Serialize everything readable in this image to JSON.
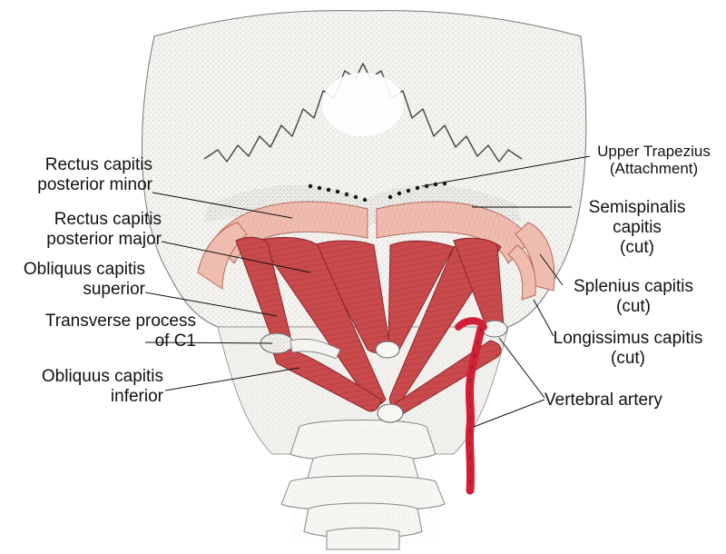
{
  "labels": {
    "rectus_minor": [
      "Rectus capitis",
      "posterior minor"
    ],
    "rectus_major": [
      "Rectus capitis",
      "posterior major"
    ],
    "obliquus_superior": [
      "Obliquus capitis",
      "superior"
    ],
    "transverse_process": [
      "Transverse process",
      "of C1"
    ],
    "obliquus_inferior": [
      "Obliquus capitis",
      "inferior"
    ],
    "upper_trapezius": [
      "Upper Trapezius",
      "(Attachment)"
    ],
    "semispinalis": [
      "Semispinalis",
      "capitis",
      "(cut)"
    ],
    "splenius": [
      "Splenius capitis",
      "(cut)"
    ],
    "longissimus": [
      "Longissimus capitis",
      "(cut)"
    ],
    "vertebral_artery": "Vertebral artery"
  },
  "colors": {
    "muscle": "#c94a4c",
    "muscle_dark": "#9e2f33",
    "muscle_cut": "#efbdb0",
    "artery": "#d11f36",
    "bone": "#f4f3f0",
    "stipple": "#555555"
  }
}
